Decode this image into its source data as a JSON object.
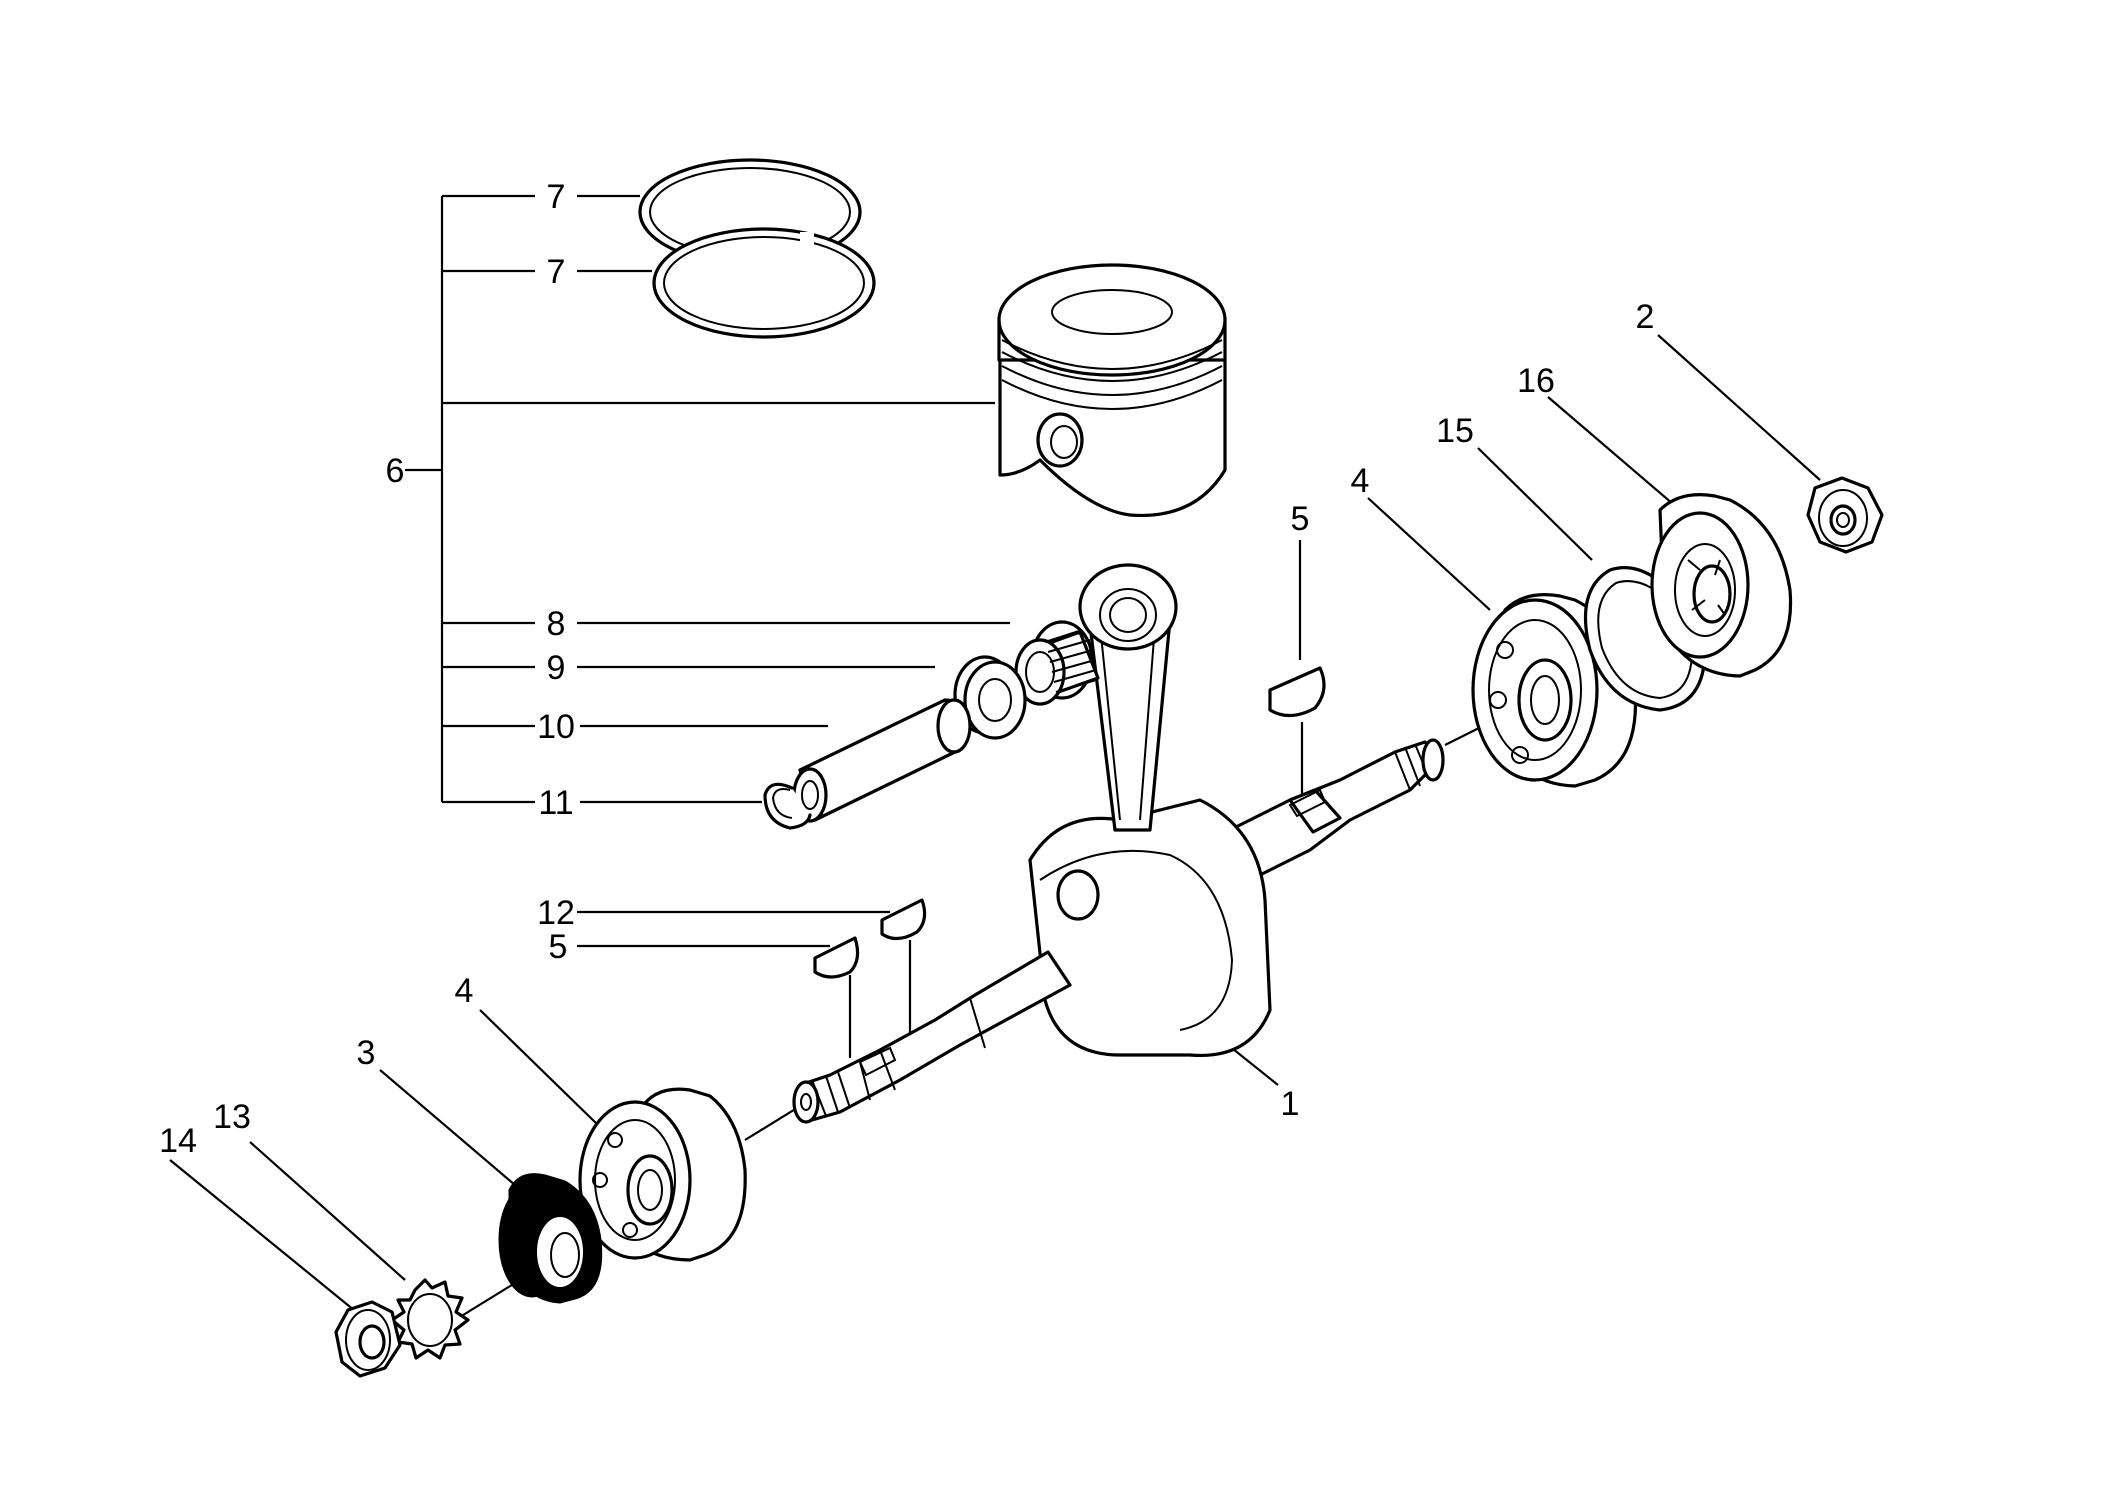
{
  "diagram": {
    "callouts": [
      {
        "id": "c7a",
        "text": "7"
      },
      {
        "id": "c7b",
        "text": "7"
      },
      {
        "id": "c6",
        "text": "6"
      },
      {
        "id": "c8",
        "text": "8"
      },
      {
        "id": "c9",
        "text": "9"
      },
      {
        "id": "c10",
        "text": "10"
      },
      {
        "id": "c11",
        "text": "11"
      },
      {
        "id": "c12",
        "text": "12"
      },
      {
        "id": "c5a",
        "text": "5"
      },
      {
        "id": "c5b",
        "text": "5"
      },
      {
        "id": "c4a",
        "text": "4"
      },
      {
        "id": "c4b",
        "text": "4"
      },
      {
        "id": "c3",
        "text": "3"
      },
      {
        "id": "c13",
        "text": "13"
      },
      {
        "id": "c14",
        "text": "14"
      },
      {
        "id": "c1",
        "text": "1"
      },
      {
        "id": "c2",
        "text": "2"
      },
      {
        "id": "c15",
        "text": "15"
      },
      {
        "id": "c16",
        "text": "16"
      }
    ]
  }
}
